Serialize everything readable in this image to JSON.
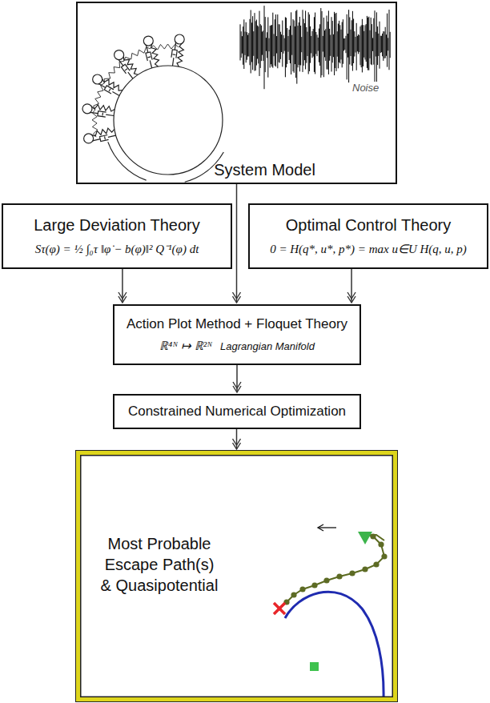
{
  "diagram": {
    "nodes": [
      {
        "text": [
          "System Model"
        ]
      },
      {
        "text": [
          "Large Deviation Theory",
          "Sτ(φ) = ½ ∫₀τ ‖φ̇ − b(φ)‖² Q⁻¹(φ) dt"
        ]
      },
      {
        "text": [
          "Optimal Control Theory",
          "0 = H(q*, u*, p*) = max u∈U H(q, u, p)"
        ]
      },
      {
        "text": [
          "Action Plot Method + Floquet Theory",
          "ℝ⁴ᴺ ↦ ℝ²ᴺ",
          "Lagrangian Manifold"
        ]
      },
      {
        "text": [
          "Constrained Numerical Optimization"
        ]
      },
      {
        "text": [
          "Most Probable Escape Path(s) & Quasipotential"
        ]
      }
    ],
    "edges": [
      {
        "from": 0,
        "to": 3,
        "arrow": "to"
      },
      {
        "from": 1,
        "to": 3,
        "arrow": "to"
      },
      {
        "from": 2,
        "to": 3,
        "arrow": "to"
      },
      {
        "from": 3,
        "to": 4,
        "arrow": "to"
      },
      {
        "from": 4,
        "to": 5,
        "arrow": "to"
      }
    ],
    "labels": [
      "Noise"
    ]
  }
}
